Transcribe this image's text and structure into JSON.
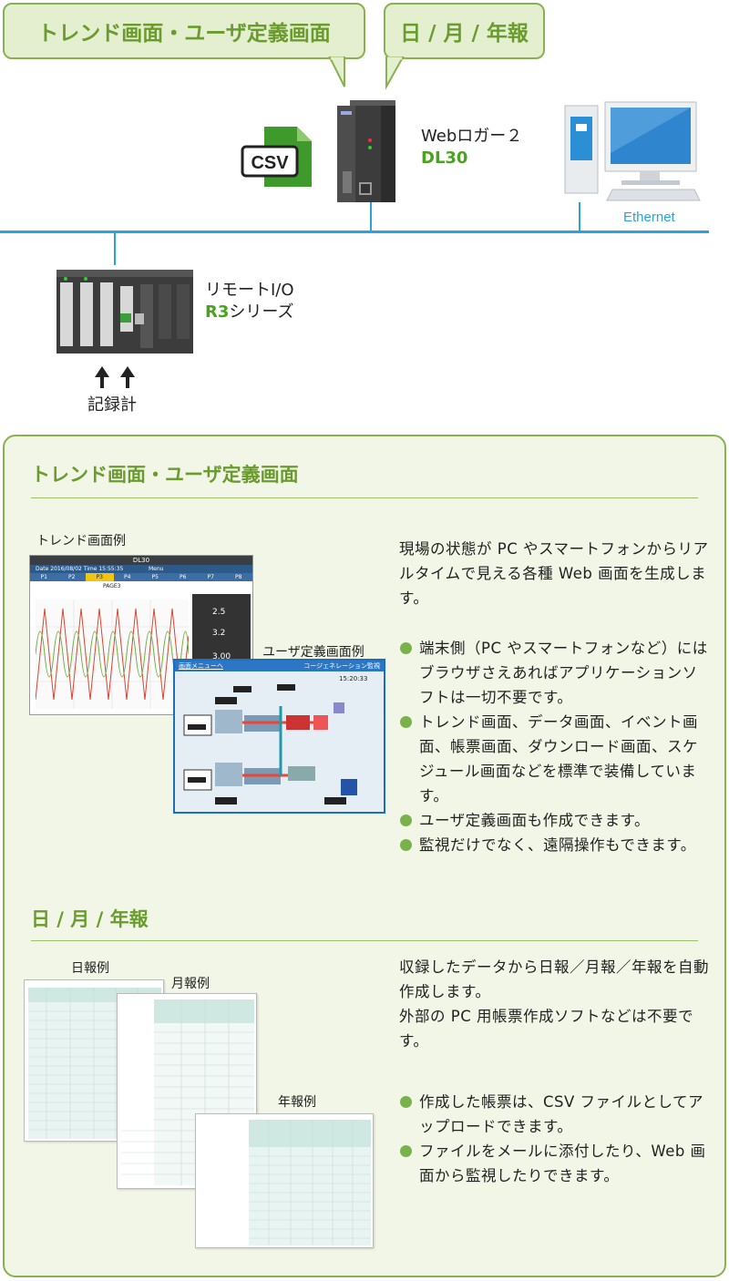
{
  "callouts": {
    "trend_user": "トレンド画面・ユーザ定義画面",
    "reports": "日 / 月 / 年報"
  },
  "devices": {
    "csv_icon": "CSV",
    "logger_line1": "Webロガー２",
    "logger_line2": "DL30",
    "network": "Ethernet",
    "remote_line1": "リモートI/O",
    "remote_line2_green": "R3",
    "remote_line2_rest": "シリーズ",
    "recorder": "記録計"
  },
  "section_trend": {
    "title": "トレンド画面・ユーザ定義画面",
    "caption_trend": "トレンド画面例",
    "caption_user": "ユーザ定義画面例",
    "intro": "現場の状態が PC やスマートフォンからリアルタイムで見える各種 Web 画面を生成します。",
    "bullets": [
      "端末側（PC やスマートフォンなど）にはブラウザさえあればアプリケーションソフトは一切不要です。",
      "トレンド画面、データ画面、イベント画面、帳票画面、ダウンロード画面、スケジュール画面などを標準で装備しています。",
      "ユーザ定義画面も作成できます。",
      "監視だけでなく、遠隔操作もできます。"
    ],
    "trend_screen": {
      "title": "DL30",
      "datetime": "Date 2016/08/02 Time 15:55:35",
      "menu": "Menu",
      "tabs": [
        "P1",
        "P2",
        "P3",
        "P4",
        "P5",
        "P6",
        "P7",
        "P8"
      ],
      "page": "PAGE3",
      "readouts": [
        "2.5",
        "3.2",
        "3.00"
      ]
    },
    "user_screen": {
      "menu_link": "画面メニューへ",
      "title": "コージェネレーション監視",
      "time": "15:20:33"
    }
  },
  "section_report": {
    "title": "日 / 月 / 年報",
    "caption_daily": "日報例",
    "caption_monthly": "月報例",
    "caption_yearly": "年報例",
    "intro_lines": [
      "収録したデータから日報／月報／年報を自動作成します。",
      "外部の PC 用帳票作成ソフトなどは不要です。"
    ],
    "bullets": [
      "作成した帳票は、CSV ファイルとしてアップロードできます。",
      "ファイルをメールに添付したり、Web 画面から監視したりできます。"
    ]
  },
  "colors": {
    "green_border": "#8ab14f",
    "green_text": "#6a9c2d",
    "green_fill": "#e4efcf",
    "panel_fill": "#f1f6e7",
    "network_blue": "#29a3dc",
    "bullet_green": "#79b24a"
  }
}
